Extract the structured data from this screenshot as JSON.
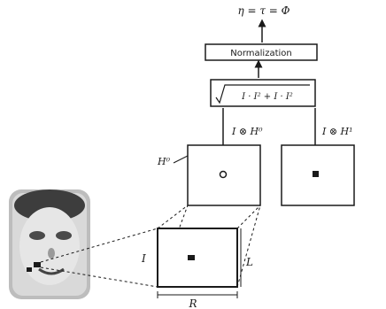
{
  "formula_top": "η = τ = Φ",
  "norm_box_text": "Normalization",
  "sqrt_expression": "I · I² + I · I²",
  "left_branch_label": "I ⊗ H⁰",
  "right_branch_label": "I ⊗ H¹",
  "left_patch_label": "H⁰",
  "side_label_left": "I",
  "side_label_right": "L",
  "bottom_label": "R",
  "palette": {
    "stroke": "#1a1a1a",
    "face_skin": "#d9d9d9",
    "face_dark": "#3d3d3d",
    "face_light": "#f0f0f0"
  }
}
